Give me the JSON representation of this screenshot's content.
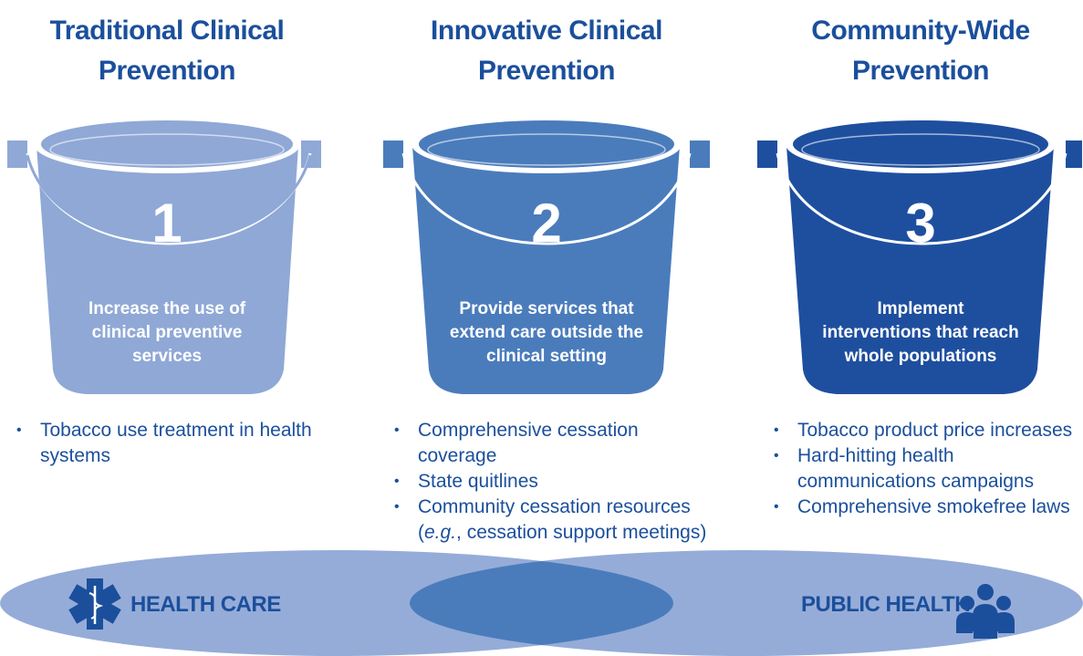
{
  "colors": {
    "title": "#1b4f9c",
    "bucket_1": "#8fa8d6",
    "bucket_2": "#4a7cbc",
    "bucket_3": "#1e4f9f",
    "ellipse": "#95acd8",
    "overlap": "#4a7cbc"
  },
  "columns": [
    {
      "title": "Traditional Clinical\nPrevention",
      "number": "1",
      "description": "Increase the use of\nclinical preventive\nservices",
      "bullets": [
        "Tobacco use treatment in health systems"
      ]
    },
    {
      "title": "Innovative Clinical\nPrevention",
      "number": "2",
      "description": "Provide services that\nextend care outside the\nclinical setting",
      "bullets": [
        "Comprehensive cessation coverage",
        "State quitlines",
        "Community cessation resources (e.g., cessation support meetings)"
      ],
      "italic_abbrev": "e.g."
    },
    {
      "title": "Community-Wide\nPrevention",
      "number": "3",
      "description": "Implement\ninterventions that reach\nwhole populations",
      "bullets": [
        "Tobacco product price increases",
        "Hard-hitting health communications campaigns",
        "Comprehensive smokefree laws"
      ]
    }
  ],
  "venn": {
    "left_label": "HEALTH CARE",
    "right_label": "PUBLIC HEALTH",
    "left_icon": "star-of-life-icon",
    "right_icon": "people-group-icon"
  }
}
